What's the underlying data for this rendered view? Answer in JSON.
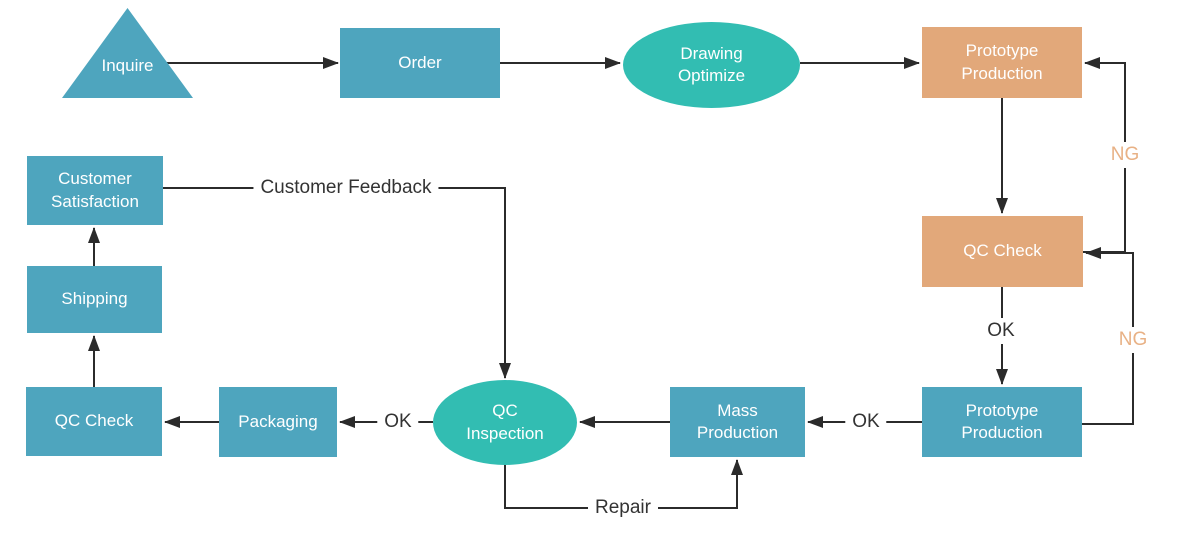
{
  "diagram": {
    "nodes": {
      "inquire": {
        "label": "Inquire",
        "shape": "triangle"
      },
      "order": {
        "label": "Order",
        "shape": "rect"
      },
      "drawing_optimize": {
        "label": "Drawing\nOptimize",
        "shape": "ellipse"
      },
      "prototype_production_top": {
        "label": "Prototype\nProduction",
        "shape": "rect"
      },
      "qc_check_right": {
        "label": "QC Check",
        "shape": "rect"
      },
      "prototype_production_bottom": {
        "label": "Prototype\nProduction",
        "shape": "rect"
      },
      "mass_production": {
        "label": "Mass\nProduction",
        "shape": "rect"
      },
      "qc_inspection": {
        "label": "QC\nInspection",
        "shape": "ellipse"
      },
      "packaging": {
        "label": "Packaging",
        "shape": "rect"
      },
      "qc_check_left": {
        "label": "QC Check",
        "shape": "rect"
      },
      "shipping": {
        "label": "Shipping",
        "shape": "rect"
      },
      "customer_satisfaction": {
        "label": "Customer\nSatisfaction",
        "shape": "rect"
      }
    },
    "edge_labels": {
      "ng_top": "NG",
      "ng_bottom": "NG",
      "ok_qc_to_prototype": "OK",
      "ok_prototype_to_mass": "OK",
      "ok_inspection_to_packaging": "OK",
      "customer_feedback": "Customer Feedback",
      "repair": "Repair"
    },
    "colors": {
      "node_blue": "#4ea5be",
      "node_teal": "#32bdb2",
      "node_orange": "#e2a87a",
      "connector": "#2b2b2b",
      "edge_label_text": "#333333",
      "ng_label_text": "#e8b185",
      "node_text": "#ffffff"
    }
  }
}
